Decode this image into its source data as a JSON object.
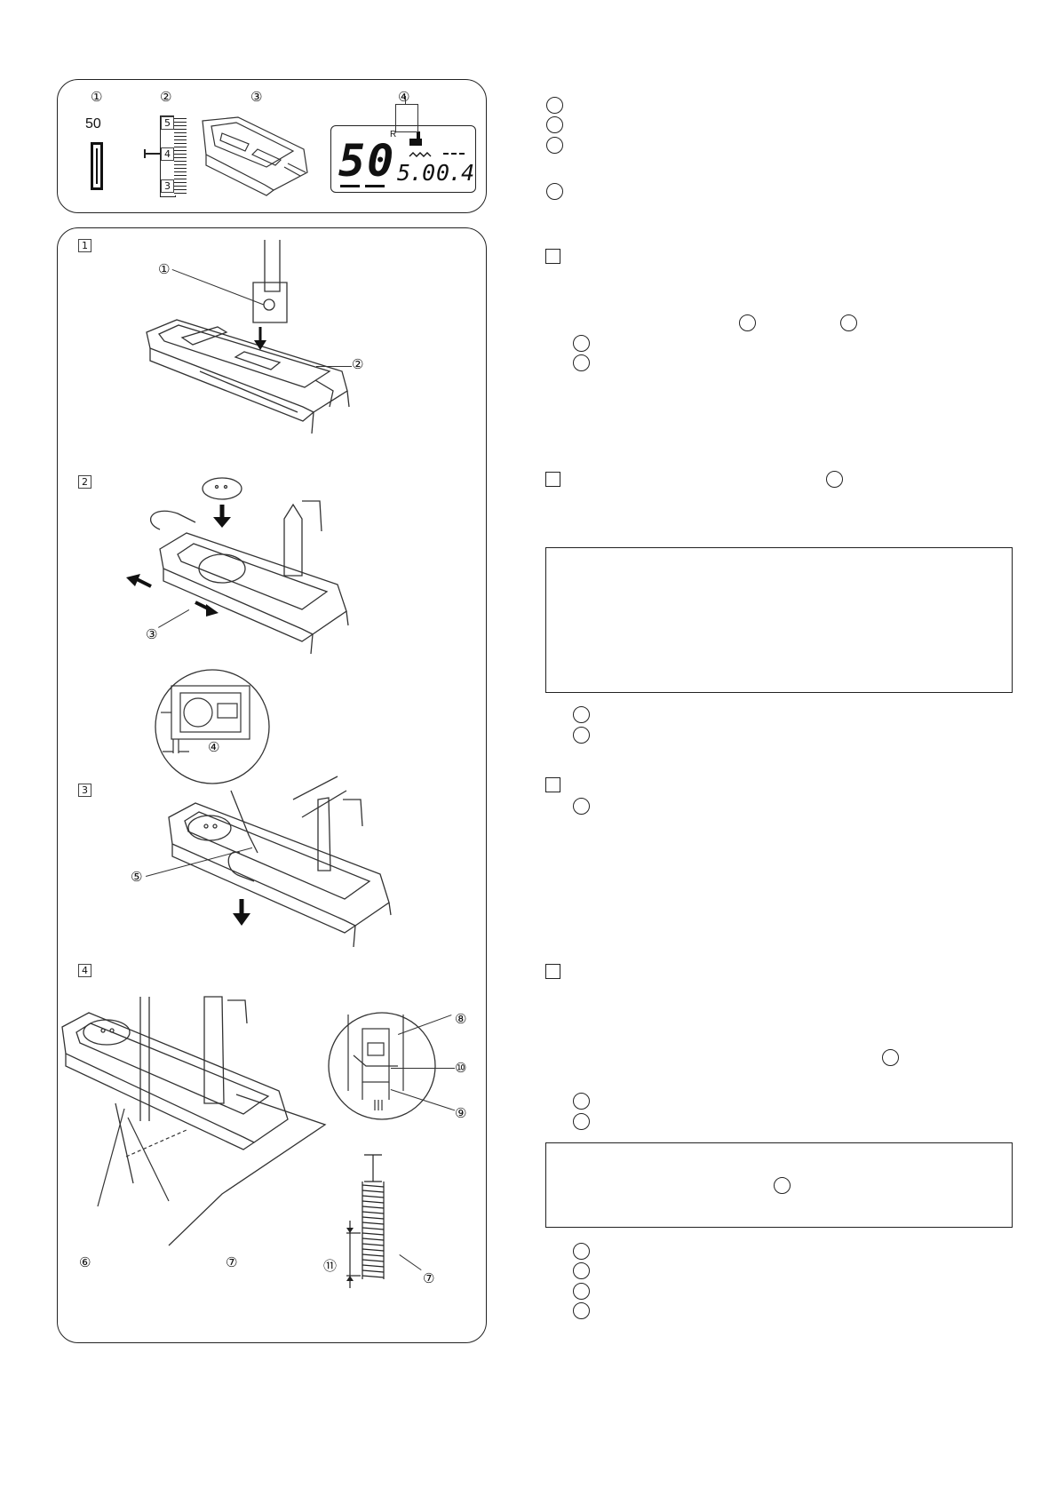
{
  "top_panel": {
    "callouts": [
      "①",
      "②",
      "③",
      "④"
    ],
    "pattern_number": "50",
    "dial_values": [
      "5",
      "4",
      "3"
    ],
    "lcd": {
      "pattern": "50",
      "marker": "R",
      "width": "5.0",
      "length": "0.4",
      "foot_icon": "button-foot-icon"
    }
  },
  "steps": [
    {
      "number": "1",
      "callouts": [
        "①",
        "②"
      ]
    },
    {
      "number": "2",
      "callouts": [
        "③",
        "④"
      ]
    },
    {
      "number": "3",
      "callouts": [
        "⑤"
      ]
    },
    {
      "number": "4",
      "callouts": [
        "⑥",
        "⑦",
        "⑧",
        "⑨",
        "⑩",
        "⑪",
        "⑦"
      ]
    }
  ]
}
